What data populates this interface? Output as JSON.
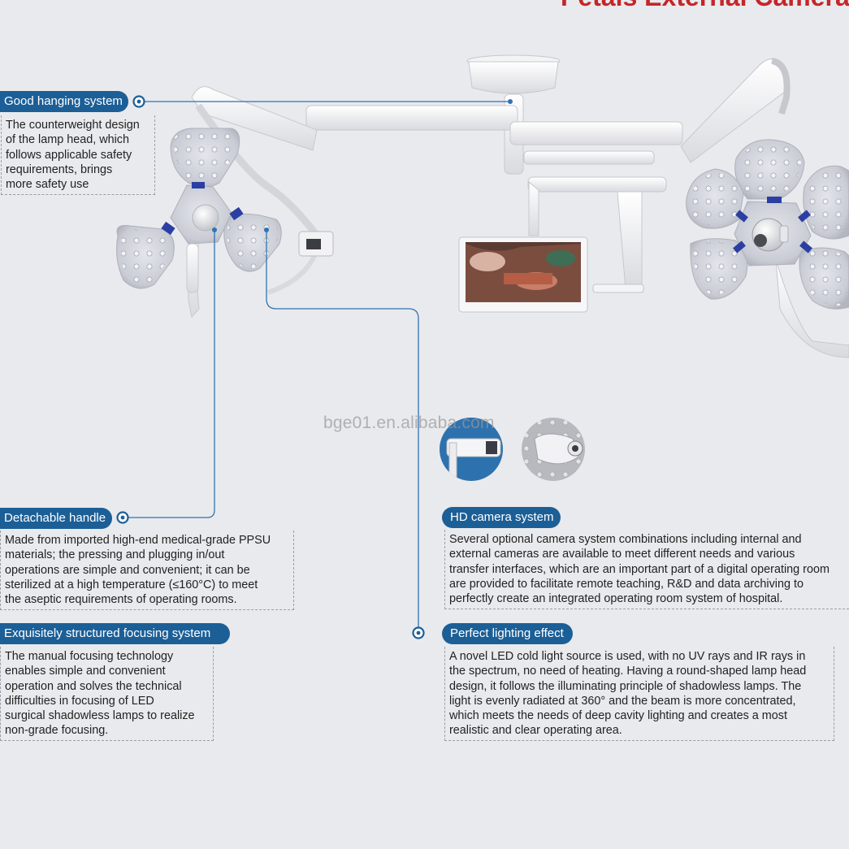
{
  "header": {
    "title_fragment": "Petals External Camera"
  },
  "watermark": "bge01.en.alibaba.com",
  "colors": {
    "tag_bg": "#1c5f97",
    "accent_red": "#c4262a",
    "leader_line": "#2f73b5",
    "background": "#e9eaed"
  },
  "features": {
    "hanging": {
      "label": "Good hanging system",
      "lines": [
        "The counterweight design",
        "of the lamp head, which",
        "follows applicable safety",
        "requirements, brings",
        "more safety use"
      ]
    },
    "handle": {
      "label": "Detachable handle",
      "lines": [
        "Made from imported high-end medical-grade PPSU",
        "materials; the pressing and plugging in/out",
        "operations are simple and convenient; it can be",
        "sterilized at a high temperature (≤160°C) to meet",
        "the aseptic requirements of operating rooms."
      ]
    },
    "focusing": {
      "label": "Exquisitely structured focusing system",
      "lines": [
        "The manual focusing technology",
        "enables simple and convenient",
        "operation and solves the technical",
        "difficulties in focusing of LED",
        "surgical shadowless lamps to realize",
        "non-grade focusing."
      ]
    },
    "camera": {
      "label": "HD camera system",
      "lines": [
        "Several optional camera system combinations including internal and",
        "external cameras are available to meet different needs and various",
        "transfer interfaces, which are an important part of a digital operating room",
        "are provided to facilitate remote teaching, R&D and data archiving to",
        "perfectly create an integrated operating room system of hospital."
      ]
    },
    "lighting": {
      "label": "Perfect lighting effect",
      "lines": [
        "A novel LED cold light source is used, with no UV rays and IR rays in",
        "the spectrum, no need of heating. Having a round-shaped lamp head",
        "design, it follows the illuminating principle of shadowless lamps. The",
        "light is evenly radiated at 360° and the beam is more concentrated,",
        "which meets the needs of deep cavity lighting and creates a most",
        "realistic and clear operating area."
      ]
    }
  }
}
